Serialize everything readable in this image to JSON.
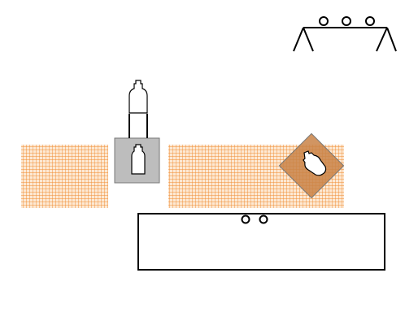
{
  "scene": {
    "colors": {
      "background": "#ffffff",
      "grid_line": "#f08a2e",
      "grid_fill": "#fde9d4",
      "stroke": "#000000",
      "gray_panel": "#bdbdbd",
      "rotated_panel": "#c98246",
      "shape_fill": "#ffffff"
    },
    "components": [
      "grid-panel-left",
      "grid-panel-right",
      "gray-square-panel",
      "rotated-square-overlay",
      "bottle-icon",
      "bottle-in-square-icon",
      "belt-frame",
      "table-frame-icon",
      "roller-circles"
    ]
  }
}
